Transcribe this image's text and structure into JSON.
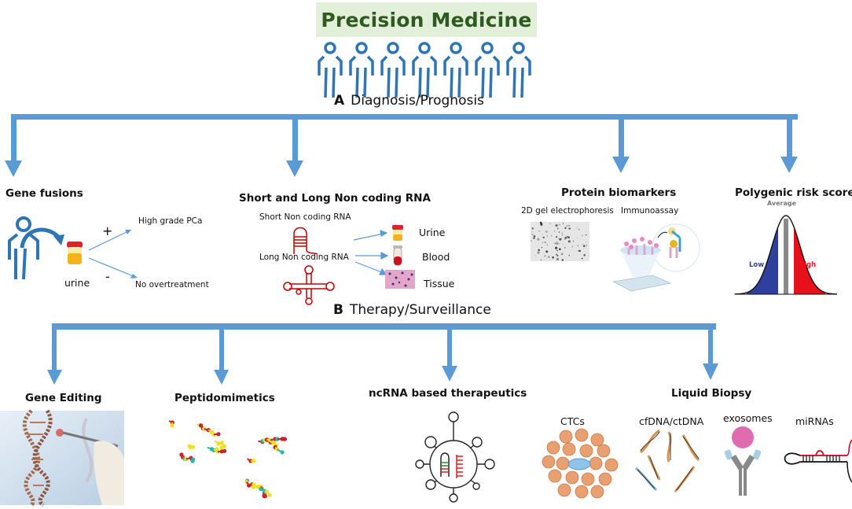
{
  "title": "Precision Medicine",
  "colors": {
    "arrow": "#5b9bd5",
    "title_bg": "#e2efd9",
    "title_text": "#2f5a1f",
    "person": "#2e75b6",
    "rna_red": "#c00000",
    "low": "#2f3f9e",
    "high": "#e8101a"
  },
  "people_count": 7,
  "section_a": {
    "letter": "A",
    "label": "Diagnosis/Prognosis",
    "nodes": {
      "gene_fusions": {
        "title": "Gene fusions",
        "sample_label": "urine",
        "plus_sign": "+",
        "minus_sign": "-",
        "positive_outcome": "High grade PCa",
        "negative_outcome": "No overtreatment"
      },
      "ncrna": {
        "title": "Short and Long Non coding RNA",
        "short_label": "Short Non coding RNA",
        "long_label": "Long Non coding RNA",
        "samples": [
          "Urine",
          "Blood",
          "Tissue"
        ]
      },
      "protein": {
        "title": "Protein biomarkers",
        "method_1": "2D gel electrophoresis",
        "method_2": "Immunoassay"
      },
      "prs": {
        "title": "Polygenic risk score",
        "average_label": "Average",
        "low_label": "Low",
        "high_label": "High"
      }
    }
  },
  "section_b": {
    "letter": "B",
    "label": "Therapy/Surveillance",
    "nodes": {
      "gene_editing": {
        "title": "Gene Editing"
      },
      "peptidomimetics": {
        "title": "Peptidomimetics"
      },
      "ncrna_therapeutics": {
        "title": "ncRNA based therapeutics"
      },
      "liquid_biopsy": {
        "title": "Liquid Biopsy",
        "items": [
          "CTCs",
          "cfDNA/ctDNA",
          "exosomes",
          "miRNAs"
        ]
      }
    }
  }
}
